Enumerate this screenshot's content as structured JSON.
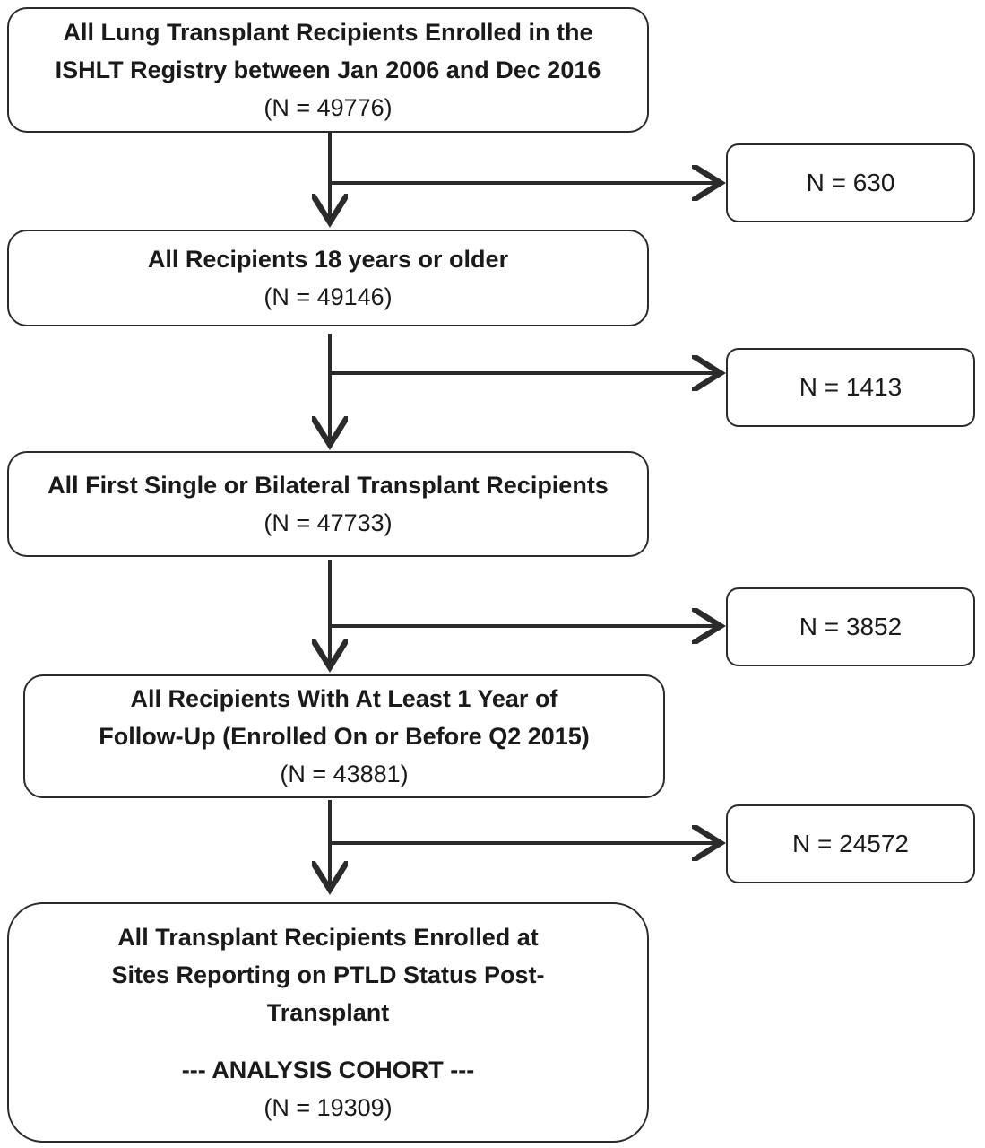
{
  "steps": [
    {
      "lines": [
        "All Lung Transplant Recipients Enrolled in the",
        "ISHLT Registry between Jan 2006 and Dec 2016"
      ],
      "count": "(N = 49776)"
    },
    {
      "lines": [
        "All Recipients 18 years or older"
      ],
      "count": "(N = 49146)"
    },
    {
      "lines": [
        "All First Single or Bilateral Transplant Recipients"
      ],
      "count": "(N = 47733)"
    },
    {
      "lines": [
        "All Recipients With At Least 1 Year of",
        "Follow-Up (Enrolled On or Before Q2 2015)"
      ],
      "count": "(N = 43881)"
    },
    {
      "lines": [
        "All Transplant Recipients Enrolled at",
        "Sites Reporting on PTLD Status Post-",
        "Transplant"
      ],
      "subtitle": "--- ANALYSIS COHORT ---",
      "count": "(N = 19309)"
    }
  ],
  "exclusions": [
    "N = 630",
    "N = 1413",
    "N = 3852",
    "N = 24572"
  ],
  "colors": {
    "stroke": "#2b2b2b",
    "text": "#1a1a1a",
    "background": "#ffffff"
  }
}
